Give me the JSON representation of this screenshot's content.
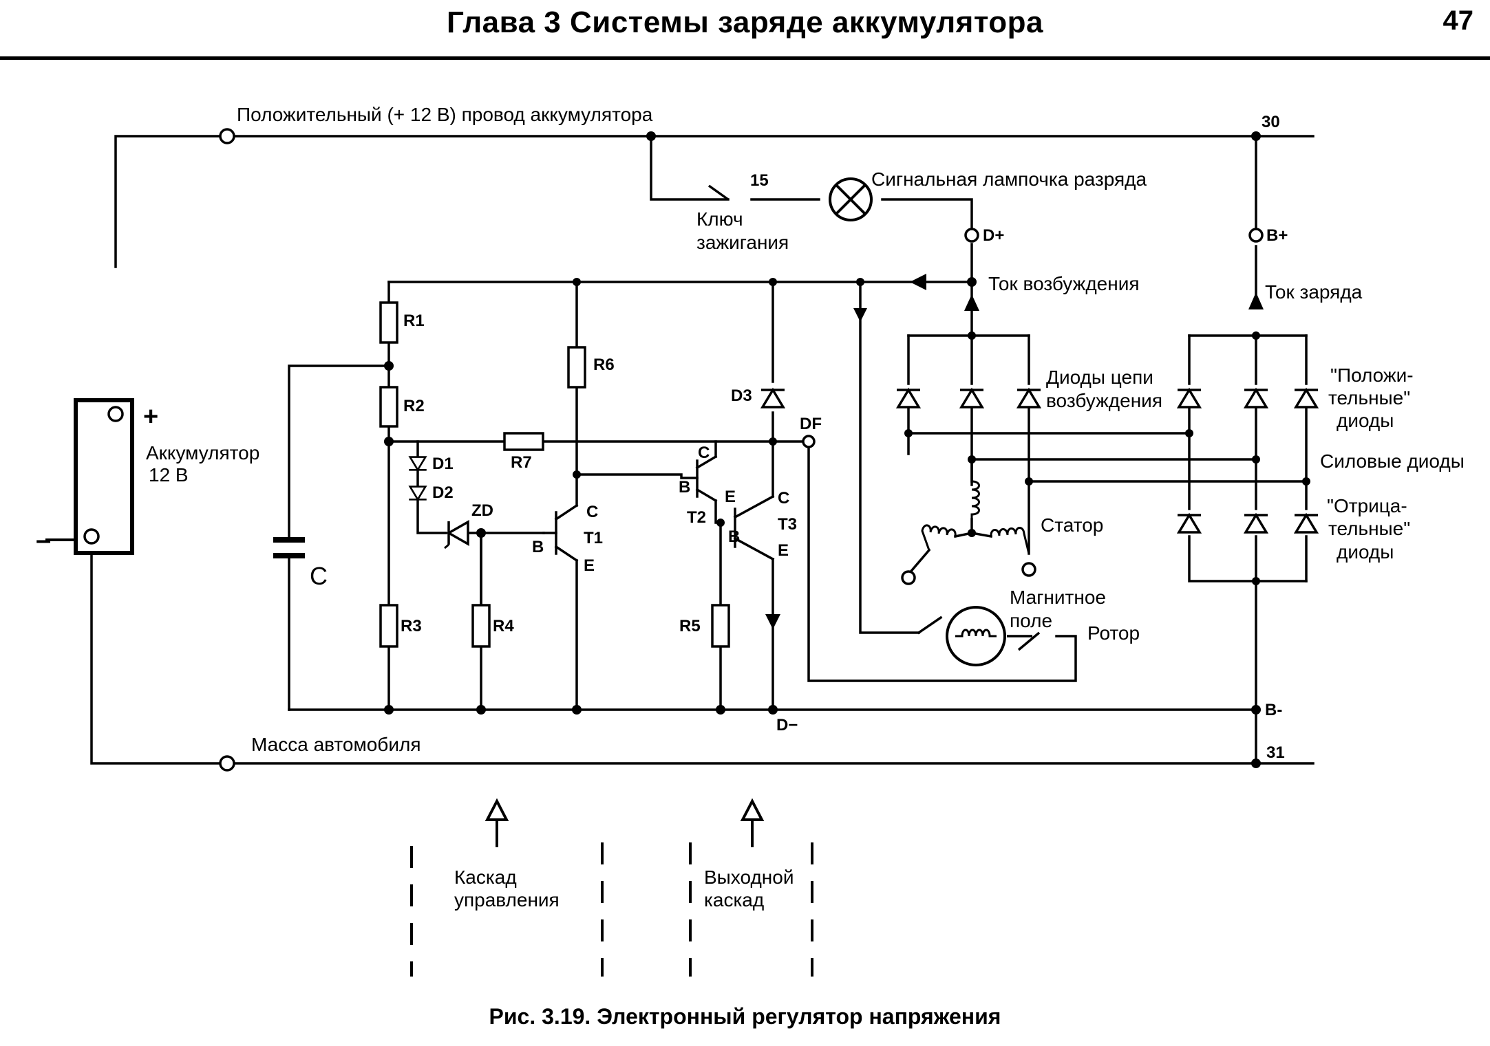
{
  "header": {
    "chapter_title": "Глава 3  Системы заряде аккумулятора",
    "page_number": "47"
  },
  "diagram": {
    "battery": {
      "label": "Аккумулятор",
      "voltage": "12 В",
      "plus": "+",
      "minus": "–"
    },
    "wires": {
      "positive": "Положительный (+ 12 В) провод аккумулятора",
      "ground": "Масса автомобиля"
    },
    "ignition": {
      "terminal": "15",
      "label_line1": "Ключ",
      "label_line2": "зажигания"
    },
    "lamp": "Сигнальная лампочка разряда",
    "terminals": {
      "d_plus": "D+",
      "b_plus": "B+",
      "b_minus": "B-",
      "d_minus": "D−",
      "df": "DF",
      "t30": "30",
      "t31": "31"
    },
    "currents": {
      "excitation": "Ток возбуждения",
      "charge": "Ток заряда"
    },
    "components": {
      "R1": "R1",
      "R2": "R2",
      "R3": "R3",
      "R4": "R4",
      "R5": "R5",
      "R6": "R6",
      "R7": "R7",
      "D1": "D1",
      "D2": "D2",
      "D3": "D3",
      "ZD": "ZD",
      "C": "C",
      "T1": "T1",
      "T2": "T2",
      "T3": "T3",
      "B": "B",
      "C_pin": "C",
      "E": "E"
    },
    "diodes": {
      "excitation_line1": "Диоды цепи",
      "excitation_line2": "возбуждения",
      "positive_line1": "\"Положи-",
      "positive_line2": "тельные\"",
      "positive_line3": "диоды",
      "power": "Силовые диоды",
      "negative_line1": "\"Отрица-",
      "negative_line2": "тельные\"",
      "negative_line3": "диоды"
    },
    "stator": "Статор",
    "rotor": {
      "field_line1": "Магнитное",
      "field_line2": "поле",
      "rotor": "Ротор"
    },
    "stages": {
      "control_line1": "Каскад",
      "control_line2": "управления",
      "output_line1": "Выходной",
      "output_line2": "каскад"
    }
  },
  "caption": "Рис. 3.19. Электронный регулятор напряжения"
}
